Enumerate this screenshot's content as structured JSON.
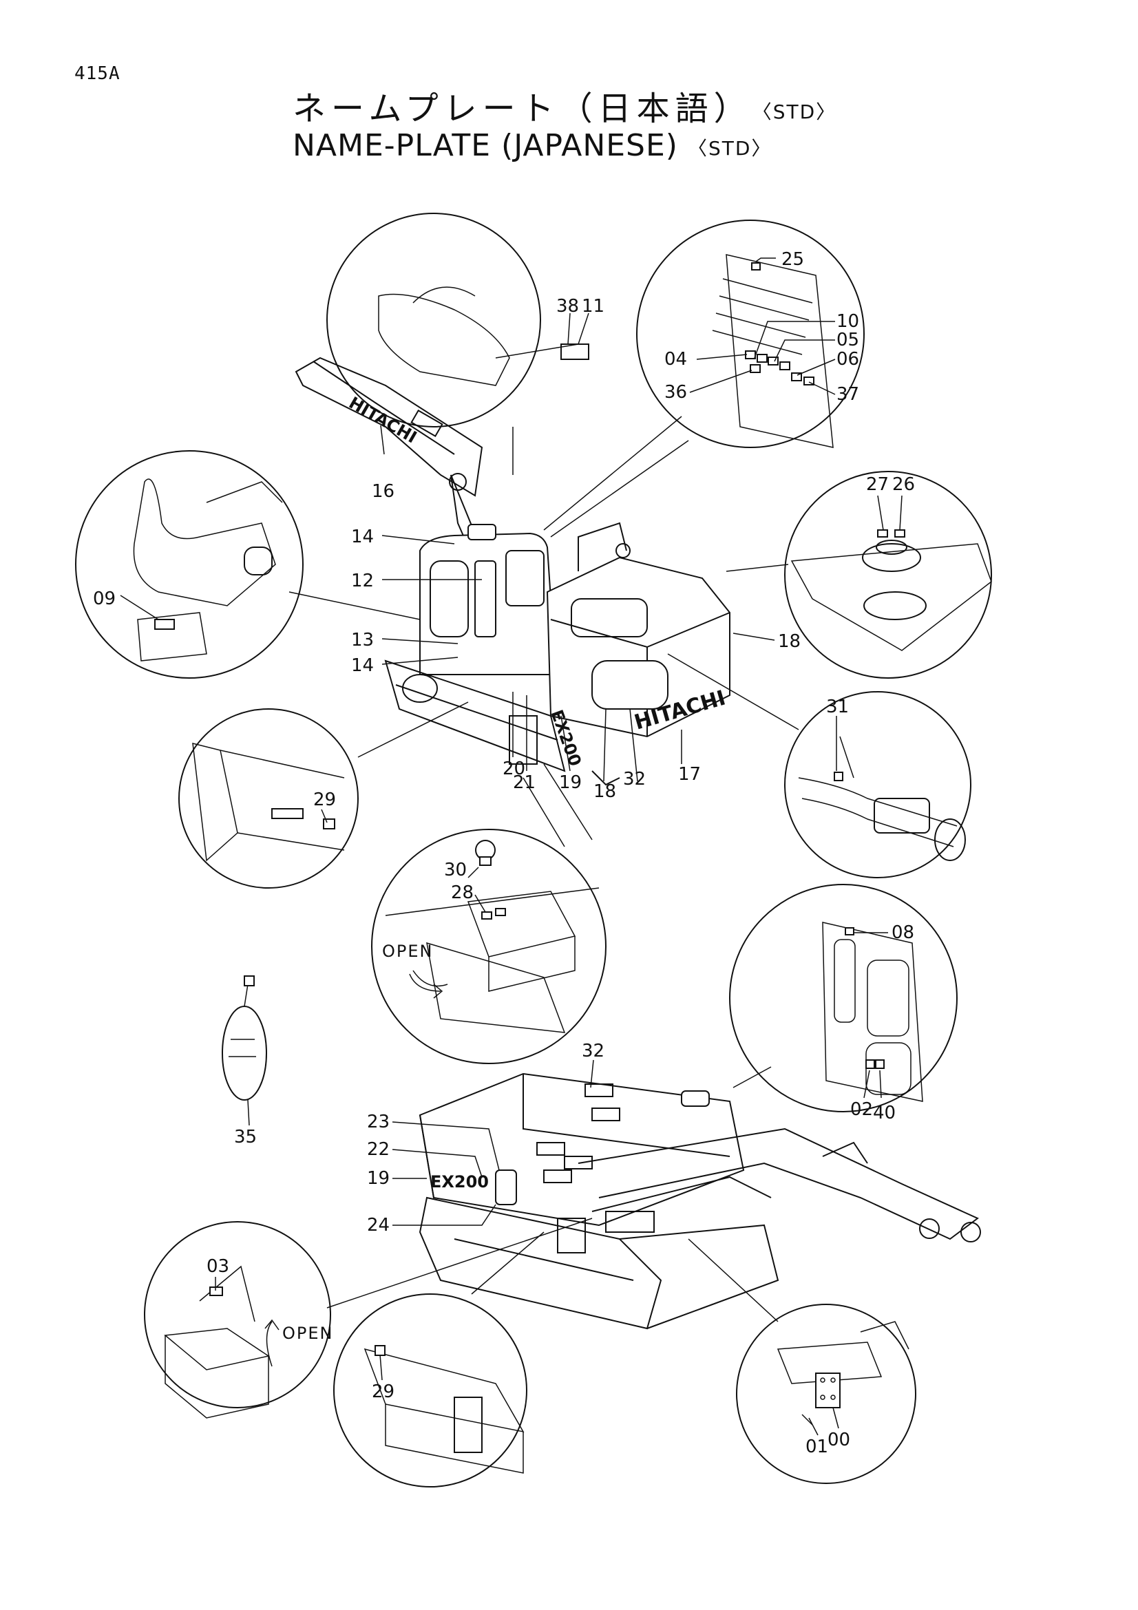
{
  "page_code": "415A",
  "title_jp": "ネームプレート（日本語）",
  "title_jp_suffix": "〈STD〉",
  "title_en": "NAME-PLATE (JAPANESE)",
  "title_en_suffix": "〈STD〉",
  "open_label": "OPEN",
  "machine_text": {
    "boom": "HITACHI",
    "counterweight": "HITACHI",
    "model": "EX200"
  },
  "callouts": {
    "c25": "25",
    "c10": "10",
    "c05": "05",
    "c04": "04",
    "c06": "06",
    "c36": "36",
    "c37": "37",
    "c38": "38",
    "c11": "11",
    "c16": "16",
    "c09": "09",
    "c27": "27",
    "c26": "26",
    "c14a": "14",
    "c12": "12",
    "c13": "13",
    "c14b": "14",
    "c18a": "18",
    "c20": "20",
    "c21": "21",
    "c19a": "19",
    "c18b": "18",
    "c32a": "32",
    "c17": "17",
    "c31": "31",
    "c29a": "29",
    "c30": "30",
    "c28": "28",
    "c08": "08",
    "c02": "02",
    "c40": "40",
    "c35": "35",
    "c32b": "32",
    "c23": "23",
    "c22": "22",
    "c19b": "19",
    "c24": "24",
    "c03": "03",
    "c29b": "29",
    "c01": "01",
    "c00": "00"
  }
}
